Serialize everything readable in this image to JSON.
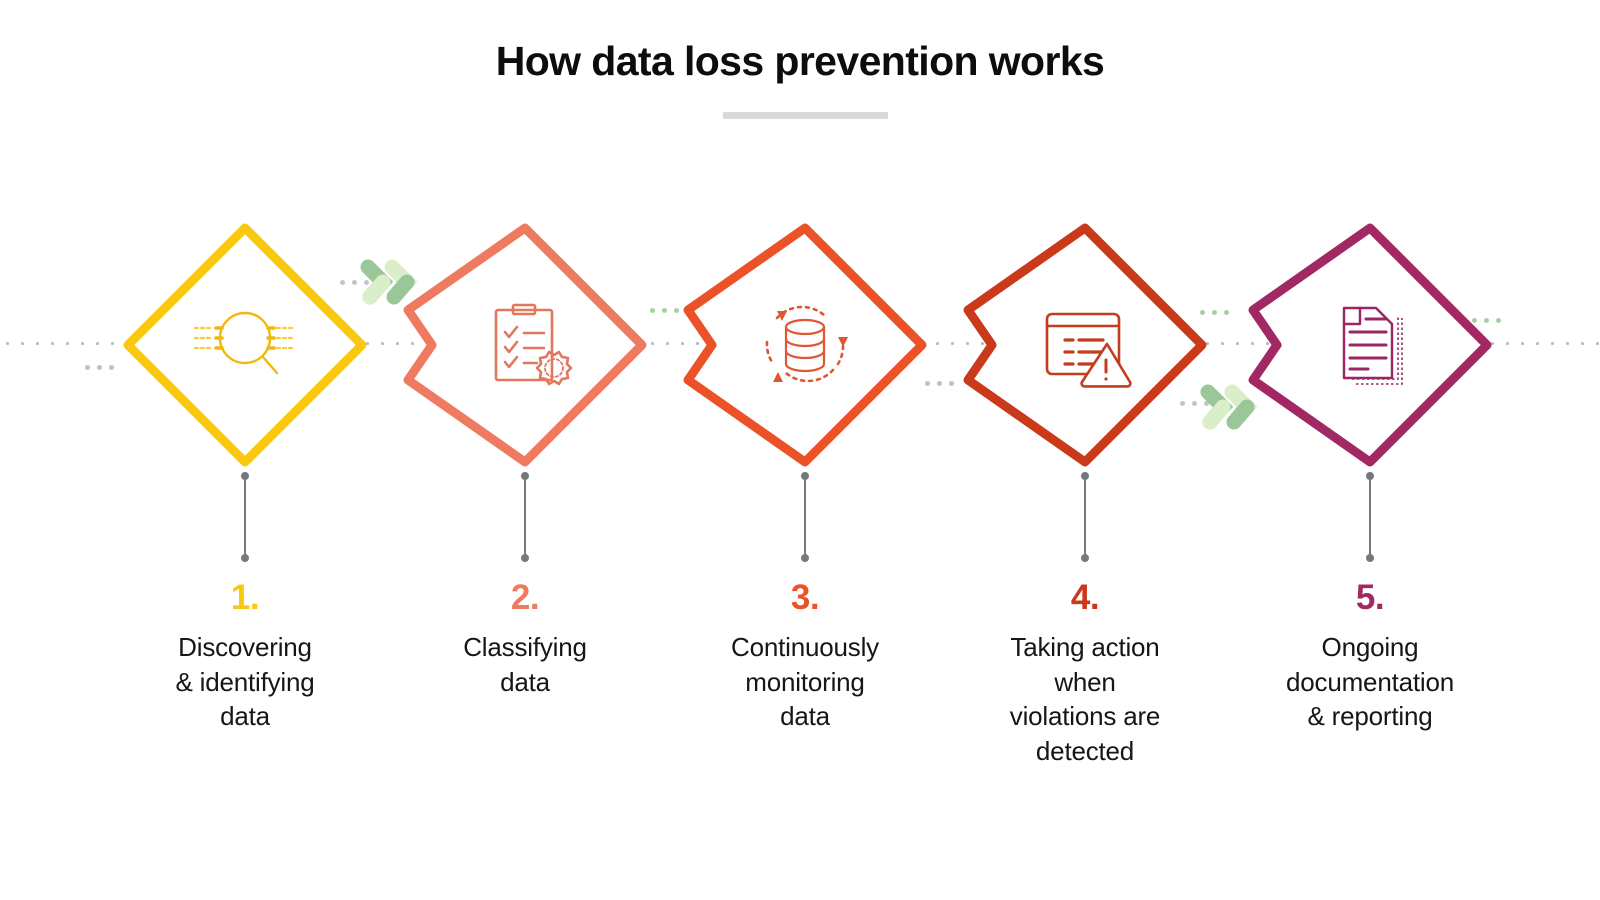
{
  "header": {
    "title": "How data loss prevention works",
    "rule_color": "#d9d9d9"
  },
  "palette": {
    "step1": "#FAC80F",
    "step2": "#EE7A5F",
    "step3": "#EB5228",
    "step4": "#C9391A",
    "step5": "#A12863",
    "track_dot": "#b9bcbc",
    "stem": "#74797b",
    "chevron_dark": "#9ac79a",
    "chevron_light": "#dbeeca",
    "text": "#15161a",
    "background": "#ffffff"
  },
  "steps": [
    {
      "number": "1.",
      "label": "Discovering\n& identifying\ndata",
      "color": "#FAC80F",
      "icon": "magnifier-icon",
      "icon_name": "magnifying-glass-with-data-lines-icon",
      "notched": false
    },
    {
      "number": "2.",
      "label": "Classifying\ndata",
      "color": "#EE7A5F",
      "icon": "clipboard-checklist-icon",
      "icon_name": "clipboard-checklist-with-seal-icon",
      "notched": true
    },
    {
      "number": "3.",
      "label": "Continuously\nmonitoring\ndata",
      "color": "#EB5228",
      "icon": "database-refresh-icon",
      "icon_name": "database-cylinder-with-rotating-arrows-icon",
      "notched": true
    },
    {
      "number": "4.",
      "label": "Taking action\nwhen\nviolations are\ndetected",
      "color": "#C9391A",
      "icon": "alert-window-icon",
      "icon_name": "browser-window-with-warning-triangle-icon",
      "notched": true
    },
    {
      "number": "5.",
      "label": "Ongoing\ndocumentation\n& reporting",
      "color": "#A12863",
      "icon": "documents-icon",
      "icon_name": "stacked-document-pages-icon",
      "notched": true
    }
  ],
  "decorations": {
    "chevrons": [
      {
        "name": "chevron-pair-step1-to-step2"
      },
      {
        "name": "chevron-pair-step4-to-step5"
      }
    ],
    "dot_clusters": [
      {
        "name": "dot-cluster-left-green"
      },
      {
        "name": "dot-cluster-step1-right-gray"
      },
      {
        "name": "dot-cluster-step2-left-green"
      },
      {
        "name": "dot-cluster-step2-right-green"
      },
      {
        "name": "dot-cluster-step3-right-green"
      },
      {
        "name": "dot-cluster-step4-right-green"
      },
      {
        "name": "dot-cluster-step5-right-gray"
      }
    ]
  }
}
